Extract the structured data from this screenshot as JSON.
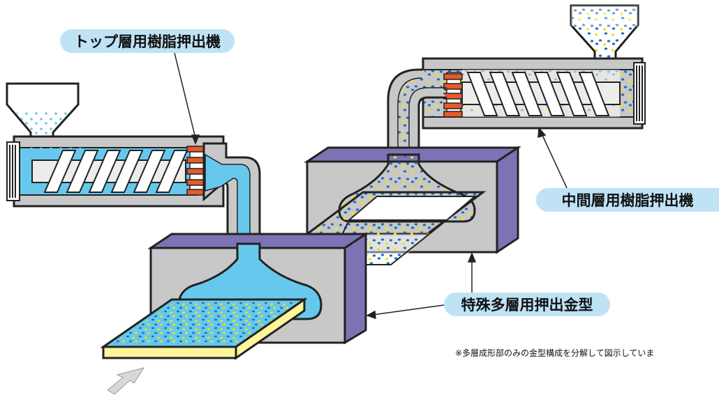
{
  "labels": {
    "top_extruder": "トップ層用樹脂押出機",
    "middle_extruder": "中間層用樹脂押出機",
    "die": "特殊多層用押出金型"
  },
  "note": "※多層成形部のみの金型構成を分解して図示していま",
  "colors": {
    "top_resin": "#67c8ee",
    "pellet_blue": "#1f6fb8",
    "pellet_yellow": "#f4e400",
    "die_gray": "#c8c8c8",
    "die_face": "#7d73b4",
    "breaker_plate": "#e65a2c",
    "label_bg": "#bfe3f5",
    "output_sheet_edge": "#fff59a"
  }
}
